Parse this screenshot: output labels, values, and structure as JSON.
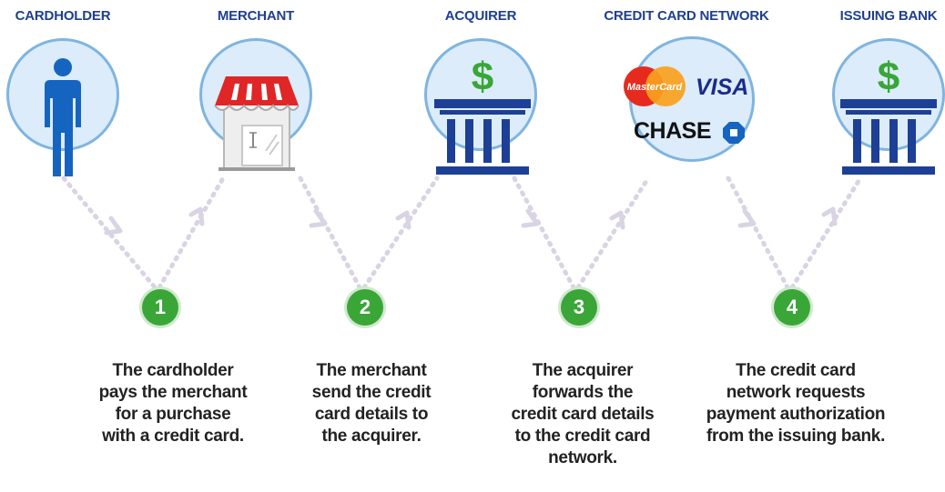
{
  "parties": [
    {
      "title": "CARDHOLDER",
      "icon": "person-icon"
    },
    {
      "title": "MERCHANT",
      "icon": "storefront-icon"
    },
    {
      "title": "ACQUIRER",
      "icon": "bank-icon"
    },
    {
      "title": "CREDIT CARD NETWORK",
      "icon": "card-network-logos-icon"
    },
    {
      "title": "ISSUING BANK",
      "icon": "bank-icon"
    }
  ],
  "steps": [
    {
      "number": "1",
      "text": "The cardholder\npays the merchant\nfor a purchase\nwith a credit card."
    },
    {
      "number": "2",
      "text": "The merchant\nsend the credit\ncard details to\nthe acquirer."
    },
    {
      "number": "3",
      "text": "The acquirer\nforwards the\ncredit card details\nto the credit card\nnetwork."
    },
    {
      "number": "4",
      "text": "The credit card\nnetwork requests\npayment authorization\nfrom the issuing bank."
    }
  ],
  "logos": {
    "mastercard": "MasterCard",
    "visa": "VISA",
    "chase": "CHASE"
  },
  "colors": {
    "title": "#1f3f8f",
    "badge": "#3aa638",
    "circle_fill": "#dcecfa",
    "circle_border": "#7fb4e0",
    "bank": "#1d3f96",
    "dollar": "#3aa638",
    "awning": "#e02626"
  }
}
